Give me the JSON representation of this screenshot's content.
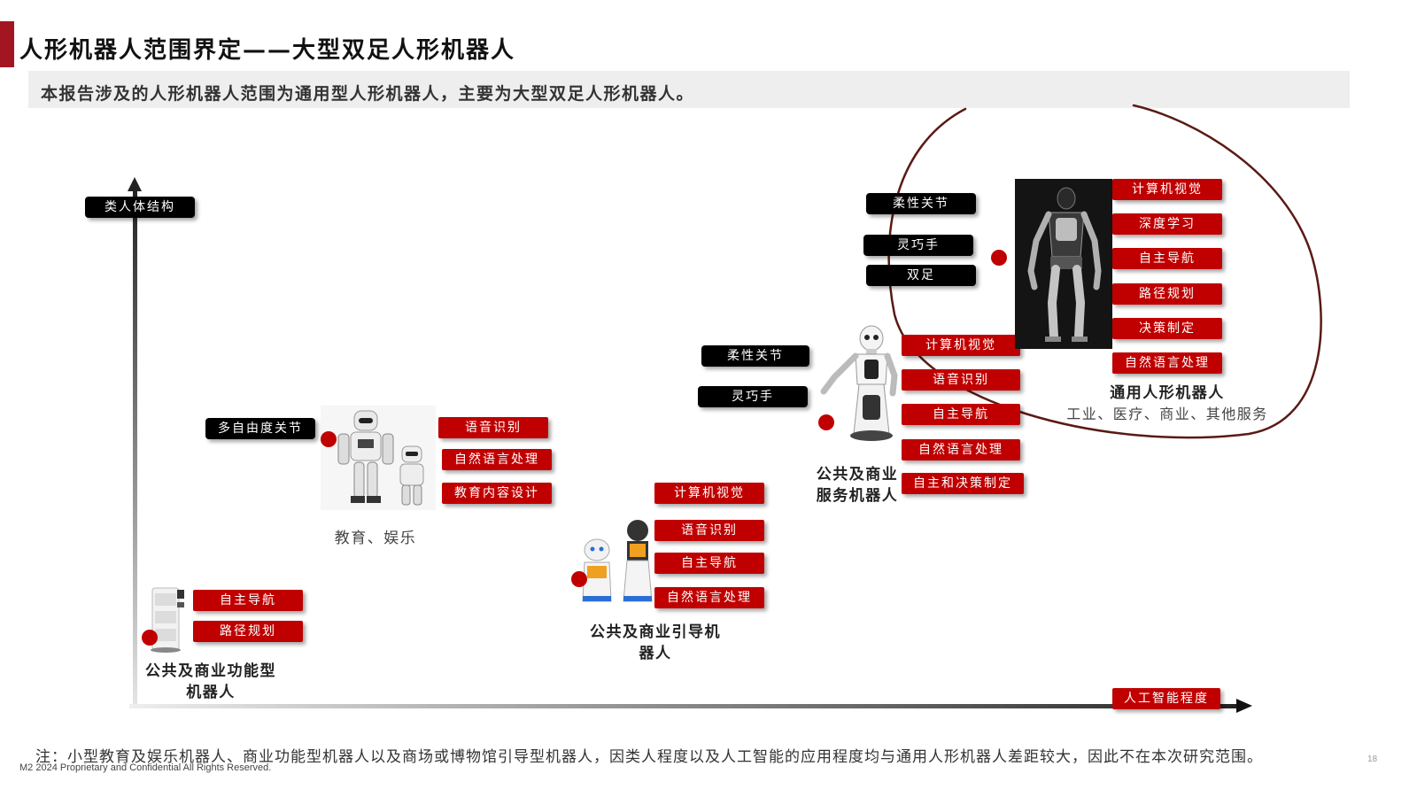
{
  "page": {
    "title": "人形机器人范围界定——大型双足人形机器人",
    "subtitle": "本报告涉及的人形机器人范围为通用型人形机器人，主要为大型双足人形机器人。",
    "note": "注：小型教育及娱乐机器人、商业功能型机器人以及商场或博物馆引导型机器人，因类人程度以及人工智能的应用程度均与通用人形机器人差距较大，因此不在本次研究范围。",
    "footer": "M2 2024 Proprietary and Confidential All Rights Reserved.",
    "page_number": "18"
  },
  "axes": {
    "y_label": "类人体结构",
    "x_label": "人工智能程度"
  },
  "colors": {
    "accent": "#c00000",
    "brand_bar": "#a31621",
    "tag_dark": "#000000",
    "ring": "#5a1a14"
  },
  "categories": {
    "functional": {
      "caption_line1": "公共及商业功能型",
      "caption_line2": "机器人",
      "ai_tags": [
        "自主导航",
        "路径规划"
      ],
      "icon": "delivery-robot-icon"
    },
    "education": {
      "caption": "教育、娱乐",
      "structure_tags": [
        "多自由度关节"
      ],
      "ai_tags": [
        "语音识别",
        "自然语言处理",
        "教育内容设计"
      ],
      "icon": "small-humanoid-robot-icon"
    },
    "guide": {
      "caption_line1": "公共及商业引导机",
      "caption_line2": "器人",
      "ai_tags": [
        "计算机视觉",
        "语音识别",
        "自主导航",
        "自然语言处理"
      ],
      "icon": "guide-robot-icon"
    },
    "service": {
      "caption_line1": "公共及商业",
      "caption_line2": "服务机器人",
      "structure_tags": [
        "柔性关节",
        "灵巧手"
      ],
      "ai_tags": [
        "计算机视觉",
        "语音识别",
        "自主导航",
        "自然语言处理",
        "自主和决策制定"
      ],
      "icon": "wheeled-humanoid-robot-icon"
    },
    "general": {
      "caption": "通用人形机器人",
      "usage": "工业、医疗、商业、其他服务",
      "structure_tags": [
        "柔性关节",
        "灵巧手",
        "双足"
      ],
      "ai_tags": [
        "计算机视觉",
        "深度学习",
        "自主导航",
        "路径规划",
        "决策制定",
        "自然语言处理"
      ],
      "icon": "bipedal-humanoid-robot-icon"
    }
  }
}
